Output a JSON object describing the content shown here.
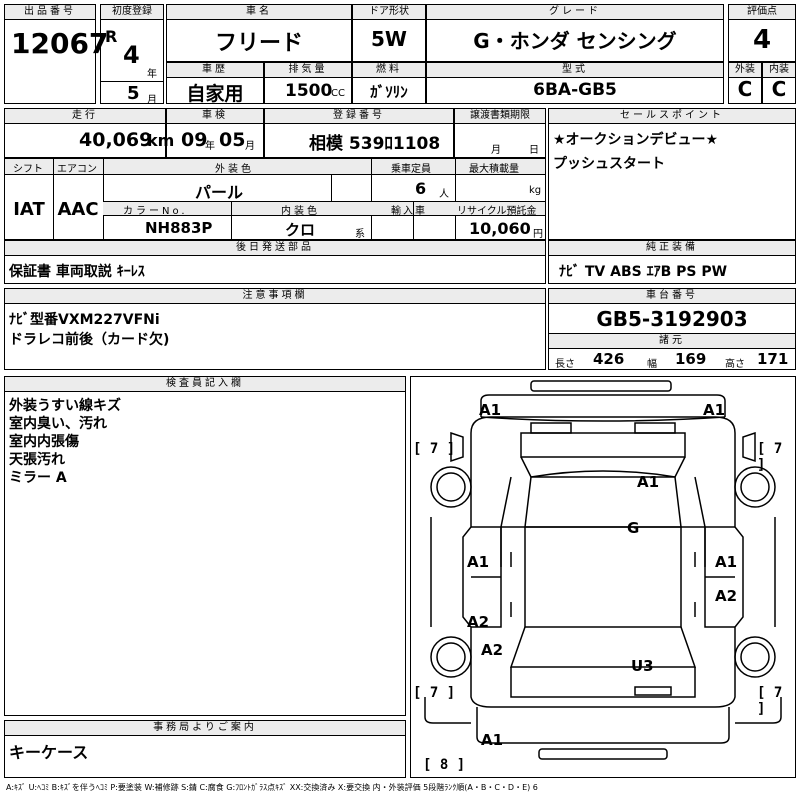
{
  "labels": {
    "lot_no": "出品番号",
    "first_reg": "初度登録",
    "car_name": "車名",
    "door": "ドア形状",
    "grade": "グレード",
    "score": "評価点",
    "history": "車歴",
    "displacement": "排気量",
    "fuel": "燃料",
    "model": "型式",
    "exterior": "外装",
    "interior": "内装",
    "era": "R",
    "year_unit": "年",
    "month_unit": "月",
    "cc": "CC",
    "mileage": "走行",
    "inspection": "車検",
    "registration": "登録番号",
    "transfer": "譲渡書類期限",
    "sales_point": "セールスポイント",
    "shift": "シフト",
    "aircon": "エアコン",
    "color": "外装色",
    "capacity": "乗車定員",
    "max_load": "最大積載量",
    "color_no": "カラーNo.",
    "int_color": "内装色",
    "import": "輸入車",
    "recycle": "リサイクル預託金",
    "later_parts": "後日発送部品",
    "genuine": "純正装備",
    "notes": "注意事項欄",
    "chassis": "車台番号",
    "specs": "諸元",
    "length": "長さ",
    "width": "幅",
    "height": "高さ",
    "inspector": "検査員記入欄",
    "office": "事務局よりご案内",
    "km": "km",
    "ins_year": "年",
    "ins_month": "月",
    "tr_month": "月",
    "tr_day": "日",
    "persons": "人",
    "kg": "kg",
    "yen": "円",
    "kei": "系"
  },
  "values": {
    "lot_no": "12067",
    "reg_year": "4",
    "reg_month": "5",
    "car_name": "フリード",
    "door": "5W",
    "grade": "G・ホンダ センシング",
    "score": "4",
    "history": "自家用",
    "displacement": "1500",
    "fuel": "ｶﾞｿﾘﾝ",
    "model": "6BA-GB5",
    "ext_score": "C",
    "int_score": "C",
    "mileage": "40,069",
    "ins_year": "09",
    "ins_month": "05",
    "registration": "相模 539ﾛ1108",
    "sales_point_1": "★オークションデビュー★",
    "sales_point_2": "プッシュスタート",
    "shift": "IAT",
    "aircon": "AAC",
    "color": "パール",
    "capacity": "6",
    "color_no": "NH883P",
    "int_color": "クロ",
    "recycle": "10,060",
    "later_parts": "保証書 車両取説 ｷｰﾚｽ",
    "genuine": "ﾅﾋﾞ TV ABS ｴｱB PS PW",
    "note_1": "ﾅﾋﾞ型番VXM227VFNi",
    "note_2": "ドラレコ前後（カード欠)",
    "chassis": "GB5-3192903",
    "length": "426",
    "width": "169",
    "height": "171",
    "inspector": [
      "外装うすい線キズ",
      "室内臭い、汚れ",
      "室内内張傷",
      "天張汚れ",
      "ミラー A"
    ],
    "office": "キーケース"
  },
  "damage": {
    "a1_tl": "A1",
    "a1_tr": "A1",
    "a1_hood": "A1",
    "g": "G",
    "a1_l": "A1",
    "a1_r": "A1",
    "a2_l": "A2",
    "a2_r": "A2",
    "a2_lr": "A2",
    "u3": "U3",
    "a1_rear": "A1",
    "br_tl": "[ 7 ]",
    "br_tr": "[ 7 ]",
    "br_bl": "[ 7 ]",
    "br_br": "[ 7 ]",
    "br_b": "[ 8 ]"
  },
  "legend": "A:ｷｽﾞ U:ﾍｺﾐ B:ｷｽﾞを伴うﾍｺﾐ P:要塗装 W:補修跡 S:錆 C:腐食 G:ﾌﾛﾝﾄｶﾞﾗｽ点ｷｽﾞ XX:交換済み X:要交換 内・外装評価 5段階ﾗﾝｸ順(A・B・C・D・E) 6"
}
